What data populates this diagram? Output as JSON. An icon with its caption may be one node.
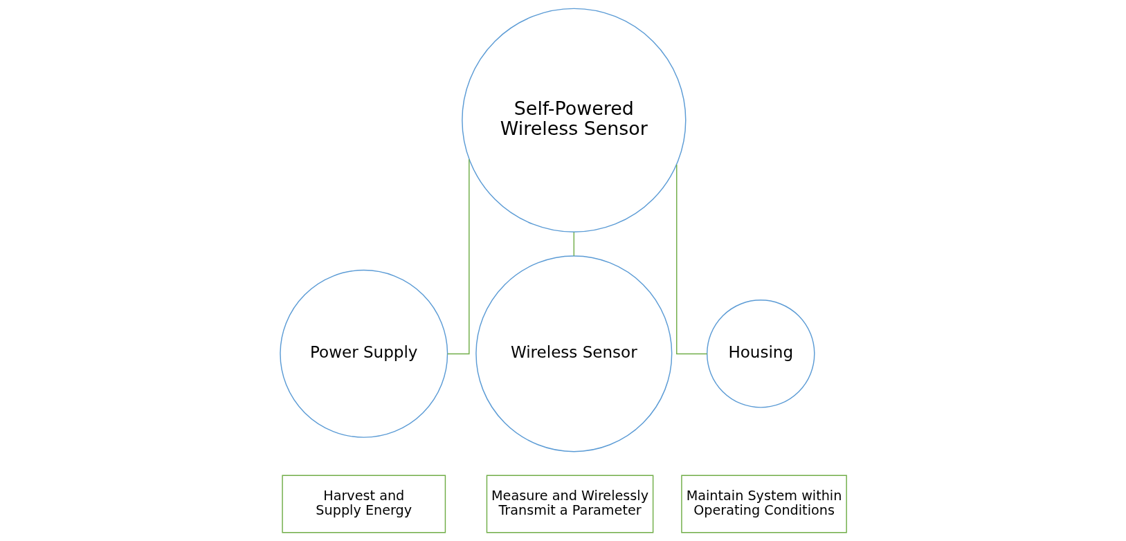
{
  "diagram": {
    "nodes": [
      {
        "text": [
          "Self-Powered Wireless Sensor"
        ]
      },
      {
        "text": [
          "Power Supply"
        ]
      },
      {
        "text": [
          "Wireless Sensor"
        ]
      },
      {
        "text": [
          "Housing"
        ]
      },
      {
        "text": [
          "Harvest and Supply Energy"
        ]
      },
      {
        "text": [
          "Measure and Wirelessly Transmit a Parameter"
        ]
      },
      {
        "text": [
          "Maintain System within Operating Conditions"
        ]
      }
    ],
    "edges": [
      {
        "from": 0,
        "to": 1,
        "arrow": "none"
      },
      {
        "from": 0,
        "to": 2,
        "arrow": "none"
      },
      {
        "from": 0,
        "to": 3,
        "arrow": "none"
      }
    ]
  }
}
